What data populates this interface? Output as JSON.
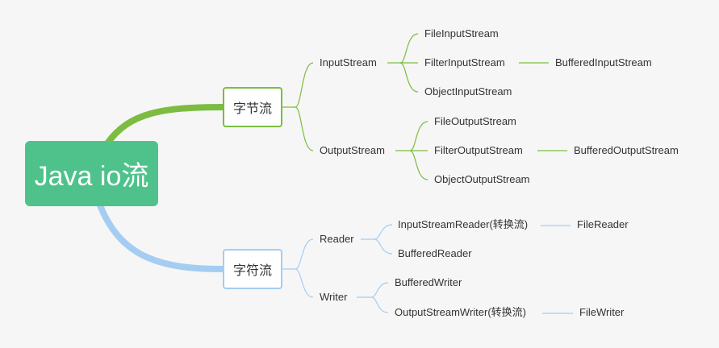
{
  "root": {
    "label": "Java io流"
  },
  "colors": {
    "root": "#4fc28c",
    "byte_branch": "#7cbc40",
    "char_branch": "#a5cdf2"
  },
  "byte": {
    "label": "字节流",
    "input": {
      "label": "InputStream",
      "children": [
        "FileInputStream",
        "FilterInputStream",
        "ObjectInputStream"
      ],
      "filter_child": "BufferedInputStream"
    },
    "output": {
      "label": "OutputStream",
      "children": [
        "FileOutputStream",
        "FilterOutputStream",
        "ObjectOutputStream"
      ],
      "filter_child": "BufferedOutputStream"
    }
  },
  "char": {
    "label": "字符流",
    "reader": {
      "label": "Reader",
      "children": [
        "InputStreamReader(转换流)",
        "BufferedReader"
      ],
      "converter_child": "FileReader"
    },
    "writer": {
      "label": "Writer",
      "children": [
        "BufferedWriter",
        "OutputStreamWriter(转换流)"
      ],
      "converter_child": "FileWriter"
    }
  }
}
